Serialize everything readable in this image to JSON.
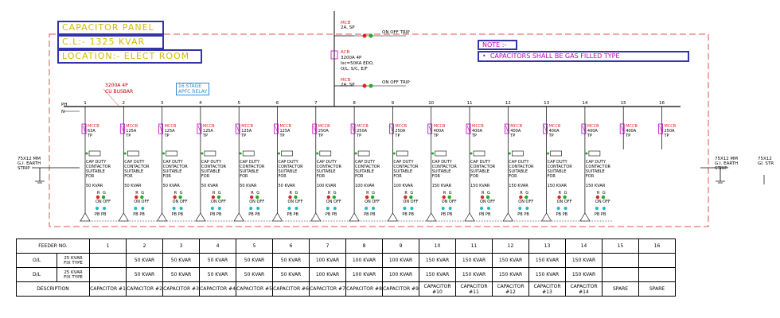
{
  "panel": {
    "title": "CAPACITOR PANEL",
    "capacity": "C.L:- 1325 KVAR",
    "location": "LOCATION:- ELECT ROOM"
  },
  "note": {
    "title": "NOTE :-",
    "text": "CAPACITORS SHALL BE GAS FILLED TYPE"
  },
  "incomer": {
    "mcb_top": [
      "MCB",
      "2A, SP"
    ],
    "acb": [
      "ACB",
      "3200A 4P",
      "Isc=50KA EDO,",
      "O/L, S/C, E/F"
    ],
    "mcb_bottom": [
      "MCB",
      "2A, SP"
    ],
    "indicator_top": "ON OFF TRIP",
    "indicator_bottom": "ON OFF TRIP"
  },
  "busbar": {
    "rating": "3200A 4P",
    "material": "CU BUSBAR",
    "phase_label_1": "PH",
    "phase_label_2": "N"
  },
  "relay": {
    "line1": "16 STAGE",
    "line2": "APFC RELAY"
  },
  "earth_left": [
    "75X12 MM",
    "G.I. EARTH",
    "STRIP"
  ],
  "earth_right": [
    "75X12 MM",
    "G.I. EARTH",
    "STRIP"
  ],
  "earth_right_clip": [
    "75X12",
    "GI. STR"
  ],
  "contactor_text": [
    "CAP DUTY",
    "CONTACTOR",
    "SUITABLE",
    "FOR"
  ],
  "indicators": {
    "r": "R",
    "g": "G",
    "on_off": "ON OFF",
    "pb_pb": "PB PB"
  },
  "mccb_label": "MCCB",
  "feeders": [
    {
      "no": "1",
      "rating": "63A",
      "poles": "TP",
      "load": "50 KVAR"
    },
    {
      "no": "2",
      "rating": "125A",
      "poles": "TP",
      "load": "50 KVAR"
    },
    {
      "no": "3",
      "rating": "125A",
      "poles": "TP",
      "load": "50 KVAR"
    },
    {
      "no": "4",
      "rating": "125A",
      "poles": "TP",
      "load": "50 KVAR"
    },
    {
      "no": "5",
      "rating": "125A",
      "poles": "TP",
      "load": "50 KVAR"
    },
    {
      "no": "6",
      "rating": "125A",
      "poles": "TP",
      "load": "50 KVAR"
    },
    {
      "no": "7",
      "rating": "250A",
      "poles": "TP",
      "load": "100 KVAR"
    },
    {
      "no": "8",
      "rating": "250A",
      "poles": "TP",
      "load": "100 KVAR"
    },
    {
      "no": "9",
      "rating": "250A",
      "poles": "TP",
      "load": "100 KVAR"
    },
    {
      "no": "10",
      "rating": "400A",
      "poles": "TP",
      "load": "150 KVAR"
    },
    {
      "no": "11",
      "rating": "400A",
      "poles": "TP",
      "load": "150 KVAR"
    },
    {
      "no": "12",
      "rating": "400A",
      "poles": "TP",
      "load": "150 KVAR"
    },
    {
      "no": "13",
      "rating": "400A",
      "poles": "TP",
      "load": "150 KVAR"
    },
    {
      "no": "14",
      "rating": "400A",
      "poles": "TP",
      "load": "150 KVAR"
    },
    {
      "no": "15",
      "rating": "400A",
      "poles": "TP",
      "load": ""
    },
    {
      "no": "16",
      "rating": "250A",
      "poles": "TP",
      "load": ""
    }
  ],
  "table": {
    "header_label": "FEEDER NO.",
    "row_ol_label": "O/L",
    "row_ol_sub": [
      "25 KVAR",
      "FIX TYPE"
    ],
    "row_ol_values": [
      "",
      "50 KVAR",
      "50 KVAR",
      "50 KVAR",
      "50 KVAR",
      "50 KVAR",
      "100 KVAR",
      "100 KVAR",
      "100 KVAR",
      "150 KVAR",
      "150 KVAR",
      "150 KVAR",
      "150 KVAR",
      "150 KVAR",
      "",
      ""
    ],
    "row_d_label": "D/L",
    "row_d_sub": [
      "25 KVAR",
      "FIX TYPE"
    ],
    "row_d_values": [
      "",
      "50 KVAR",
      "50 KVAR",
      "50 KVAR",
      "50 KVAR",
      "50 KVAR",
      "100 KVAR",
      "100 KVAR",
      "100 KVAR",
      "150 KVAR",
      "150 KVAR",
      "150 KVAR",
      "150 KVAR",
      "150 KVAR",
      "",
      ""
    ],
    "row_desc_label": "DESCRIPTION",
    "row_desc_values": [
      "CAPACITOR #1",
      "CAPACITOR #2",
      "CAPACITOR #3",
      "CAPACITOR #4",
      "CAPACITOR #5",
      "CAPACITOR #6",
      "CAPACITOR #7",
      "CAPACITOR #8",
      "CAPACITOR #9",
      "CAPACITOR #10",
      "CAPACITOR #11",
      "CAPACITOR #12",
      "CAPACITOR #13",
      "CAPACITOR #14",
      "SPARE",
      "SPARE"
    ]
  },
  "colors": {
    "panel_border": "#e05050",
    "title_box": "#3333aa",
    "title_text": "#d4b800",
    "mccb": "#c000c0",
    "green": "#22aa22",
    "red": "#dd2222",
    "cyan": "#1fb8c8"
  }
}
